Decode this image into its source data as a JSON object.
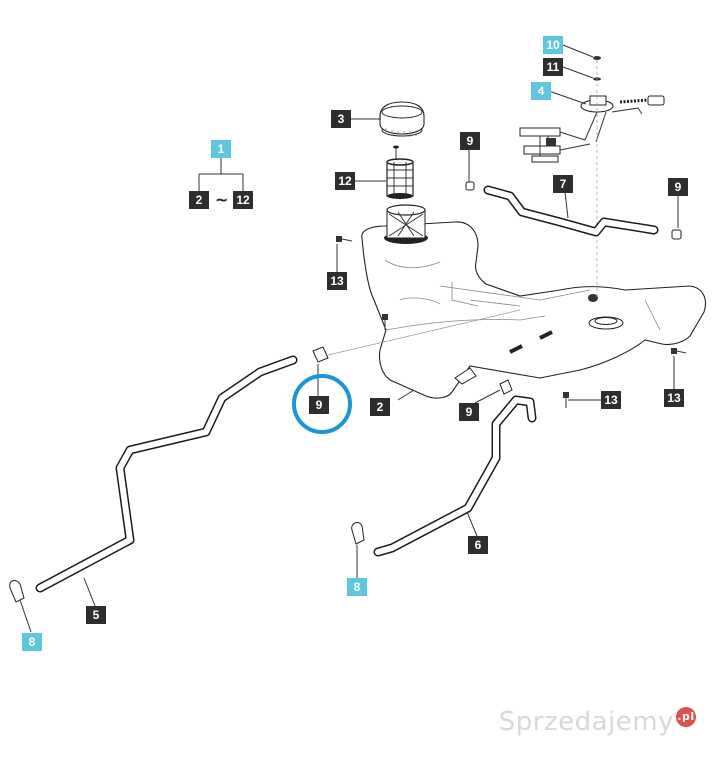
{
  "callouts": {
    "c1": "1",
    "c2": "2",
    "c12": "12",
    "c3": "3",
    "c12b": "12",
    "c10": "10",
    "c11": "11",
    "c4": "4",
    "c9a": "9",
    "c7": "7",
    "c9b": "9",
    "c13a": "13",
    "c9c": "9",
    "c2b": "2",
    "c13b": "13",
    "c13c": "13",
    "c9d": "9",
    "c6": "6",
    "c8a": "8",
    "c5": "5",
    "c8b": "8"
  },
  "range_separator": "~",
  "watermark": {
    "text": "Sprzedajemy",
    "badge": ".pl"
  },
  "colors": {
    "callout_dark": "#2e2e2e",
    "callout_cyan": "#5fc6df",
    "highlight_ring": "#1a96d4"
  }
}
